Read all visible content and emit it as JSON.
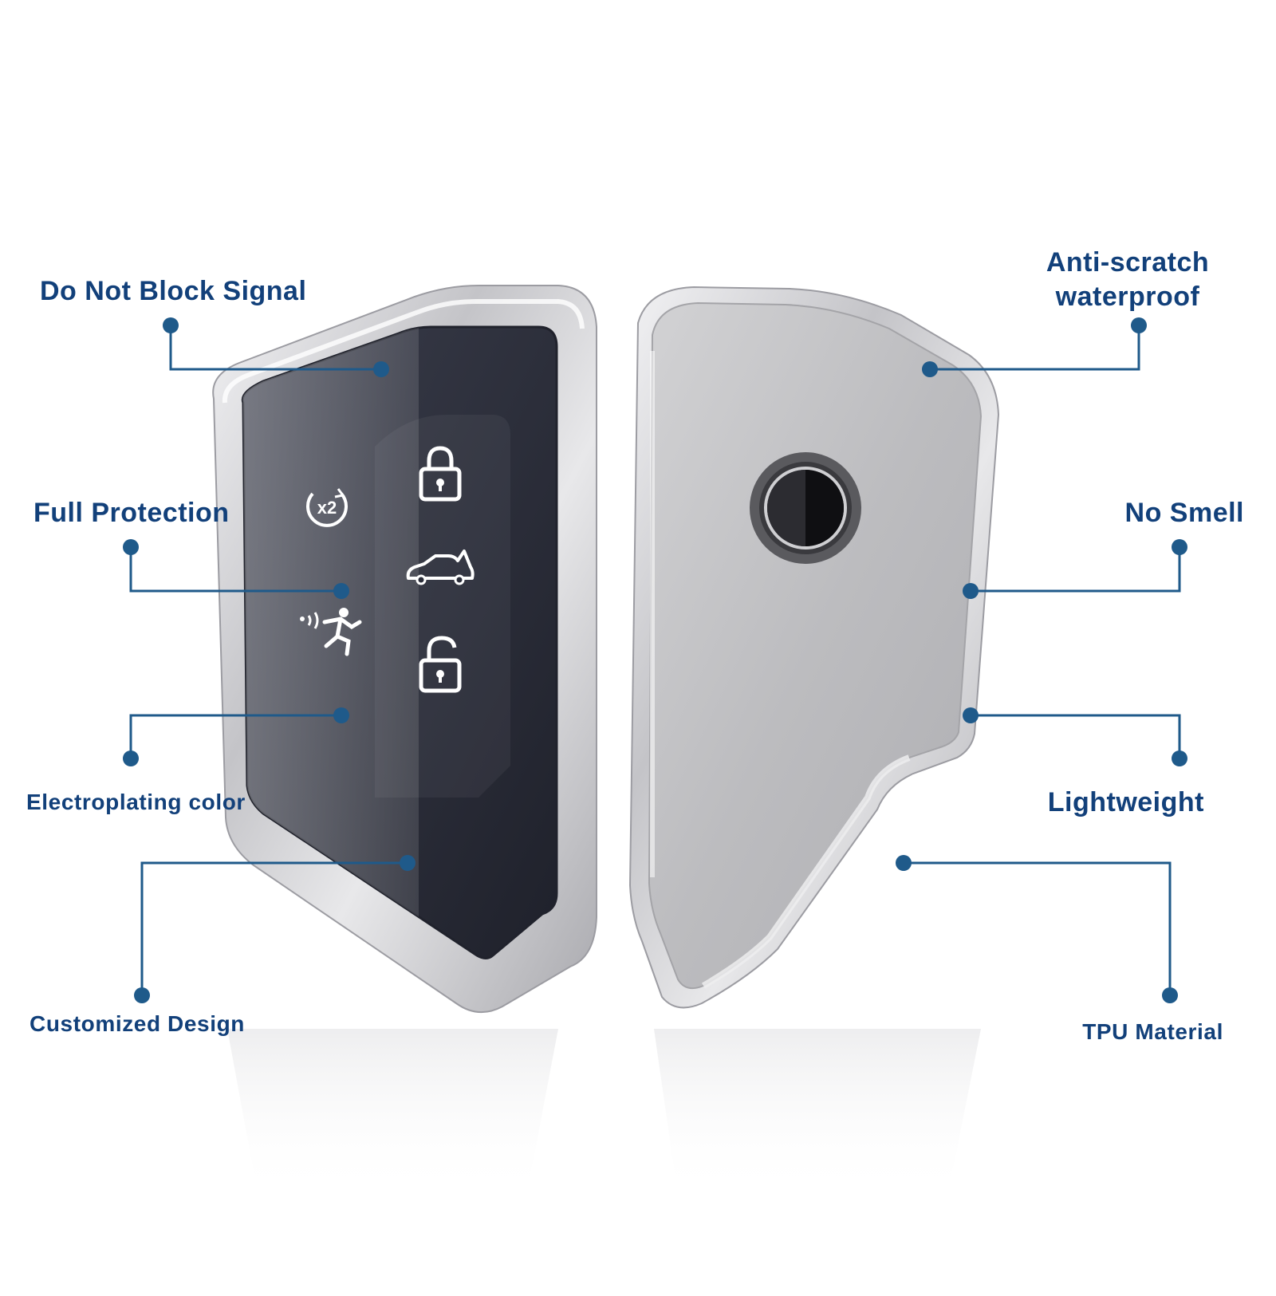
{
  "colors": {
    "label_text": "#12407a",
    "leader_line": "#1f5a8a",
    "background": "#ffffff",
    "case_silver": "#c9c9cc",
    "key_dark": "#2b2e3a",
    "back_plate": "#bdbdbf"
  },
  "callouts": {
    "left": [
      "Do Not Block Signal",
      "Full Protection",
      "Electroplating color",
      "Customized Design"
    ],
    "right": [
      "Anti-scratch\nwaterproof",
      "No Smell",
      "Lightweight",
      "TPU Material"
    ]
  },
  "key_front": {
    "buttons": [
      {
        "name": "lock-icon",
        "interactable": true
      },
      {
        "name": "trunk-icon",
        "interactable": true
      },
      {
        "name": "unlock-icon",
        "interactable": true
      }
    ],
    "secondary_icons": [
      "double-press-x2-icon",
      "panic-alarm-icon"
    ],
    "double_press_badge": "x2"
  },
  "key_back": {
    "logo": "round-emblem-icon"
  }
}
